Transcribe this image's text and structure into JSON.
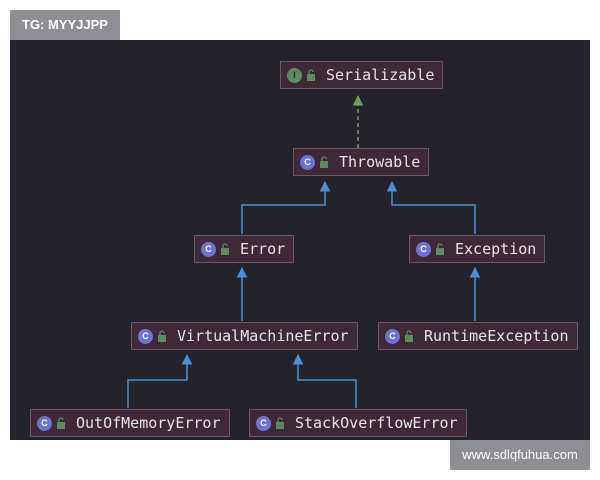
{
  "tag": "TG: MYYJJPP",
  "watermark": "www.sdlqfuhua.com",
  "colors": {
    "background": "#24232b",
    "node_fill": "#3f2937",
    "node_border": "#6a5666",
    "inheritance_arrow": "#4a8fd6",
    "implements_arrow": "#6aa058",
    "class_badge": "#6d73d3",
    "interface_badge": "#5b8b5e"
  },
  "nodes": [
    {
      "id": "serializable",
      "name": "Serializable",
      "kind": "interface",
      "badge": "I",
      "icon": "interface-icon"
    },
    {
      "id": "throwable",
      "name": "Throwable",
      "kind": "class",
      "badge": "C",
      "icon": "class-icon"
    },
    {
      "id": "error",
      "name": "Error",
      "kind": "class",
      "badge": "C",
      "icon": "class-icon"
    },
    {
      "id": "exception",
      "name": "Exception",
      "kind": "class",
      "badge": "C",
      "icon": "class-icon"
    },
    {
      "id": "vme",
      "name": "VirtualMachineError",
      "kind": "class",
      "badge": "C",
      "icon": "class-icon"
    },
    {
      "id": "runtime",
      "name": "RuntimeException",
      "kind": "class",
      "badge": "C",
      "icon": "class-icon"
    },
    {
      "id": "oom",
      "name": "OutOfMemoryError",
      "kind": "class",
      "badge": "C",
      "icon": "class-icon"
    },
    {
      "id": "so",
      "name": "StackOverflowError",
      "kind": "class",
      "badge": "C",
      "icon": "class-icon"
    }
  ],
  "edges": [
    {
      "from": "throwable",
      "to": "serializable",
      "type": "implements"
    },
    {
      "from": "error",
      "to": "throwable",
      "type": "extends"
    },
    {
      "from": "exception",
      "to": "throwable",
      "type": "extends"
    },
    {
      "from": "vme",
      "to": "error",
      "type": "extends"
    },
    {
      "from": "runtime",
      "to": "exception",
      "type": "extends"
    },
    {
      "from": "oom",
      "to": "vme",
      "type": "extends"
    },
    {
      "from": "so",
      "to": "vme",
      "type": "extends"
    }
  ]
}
